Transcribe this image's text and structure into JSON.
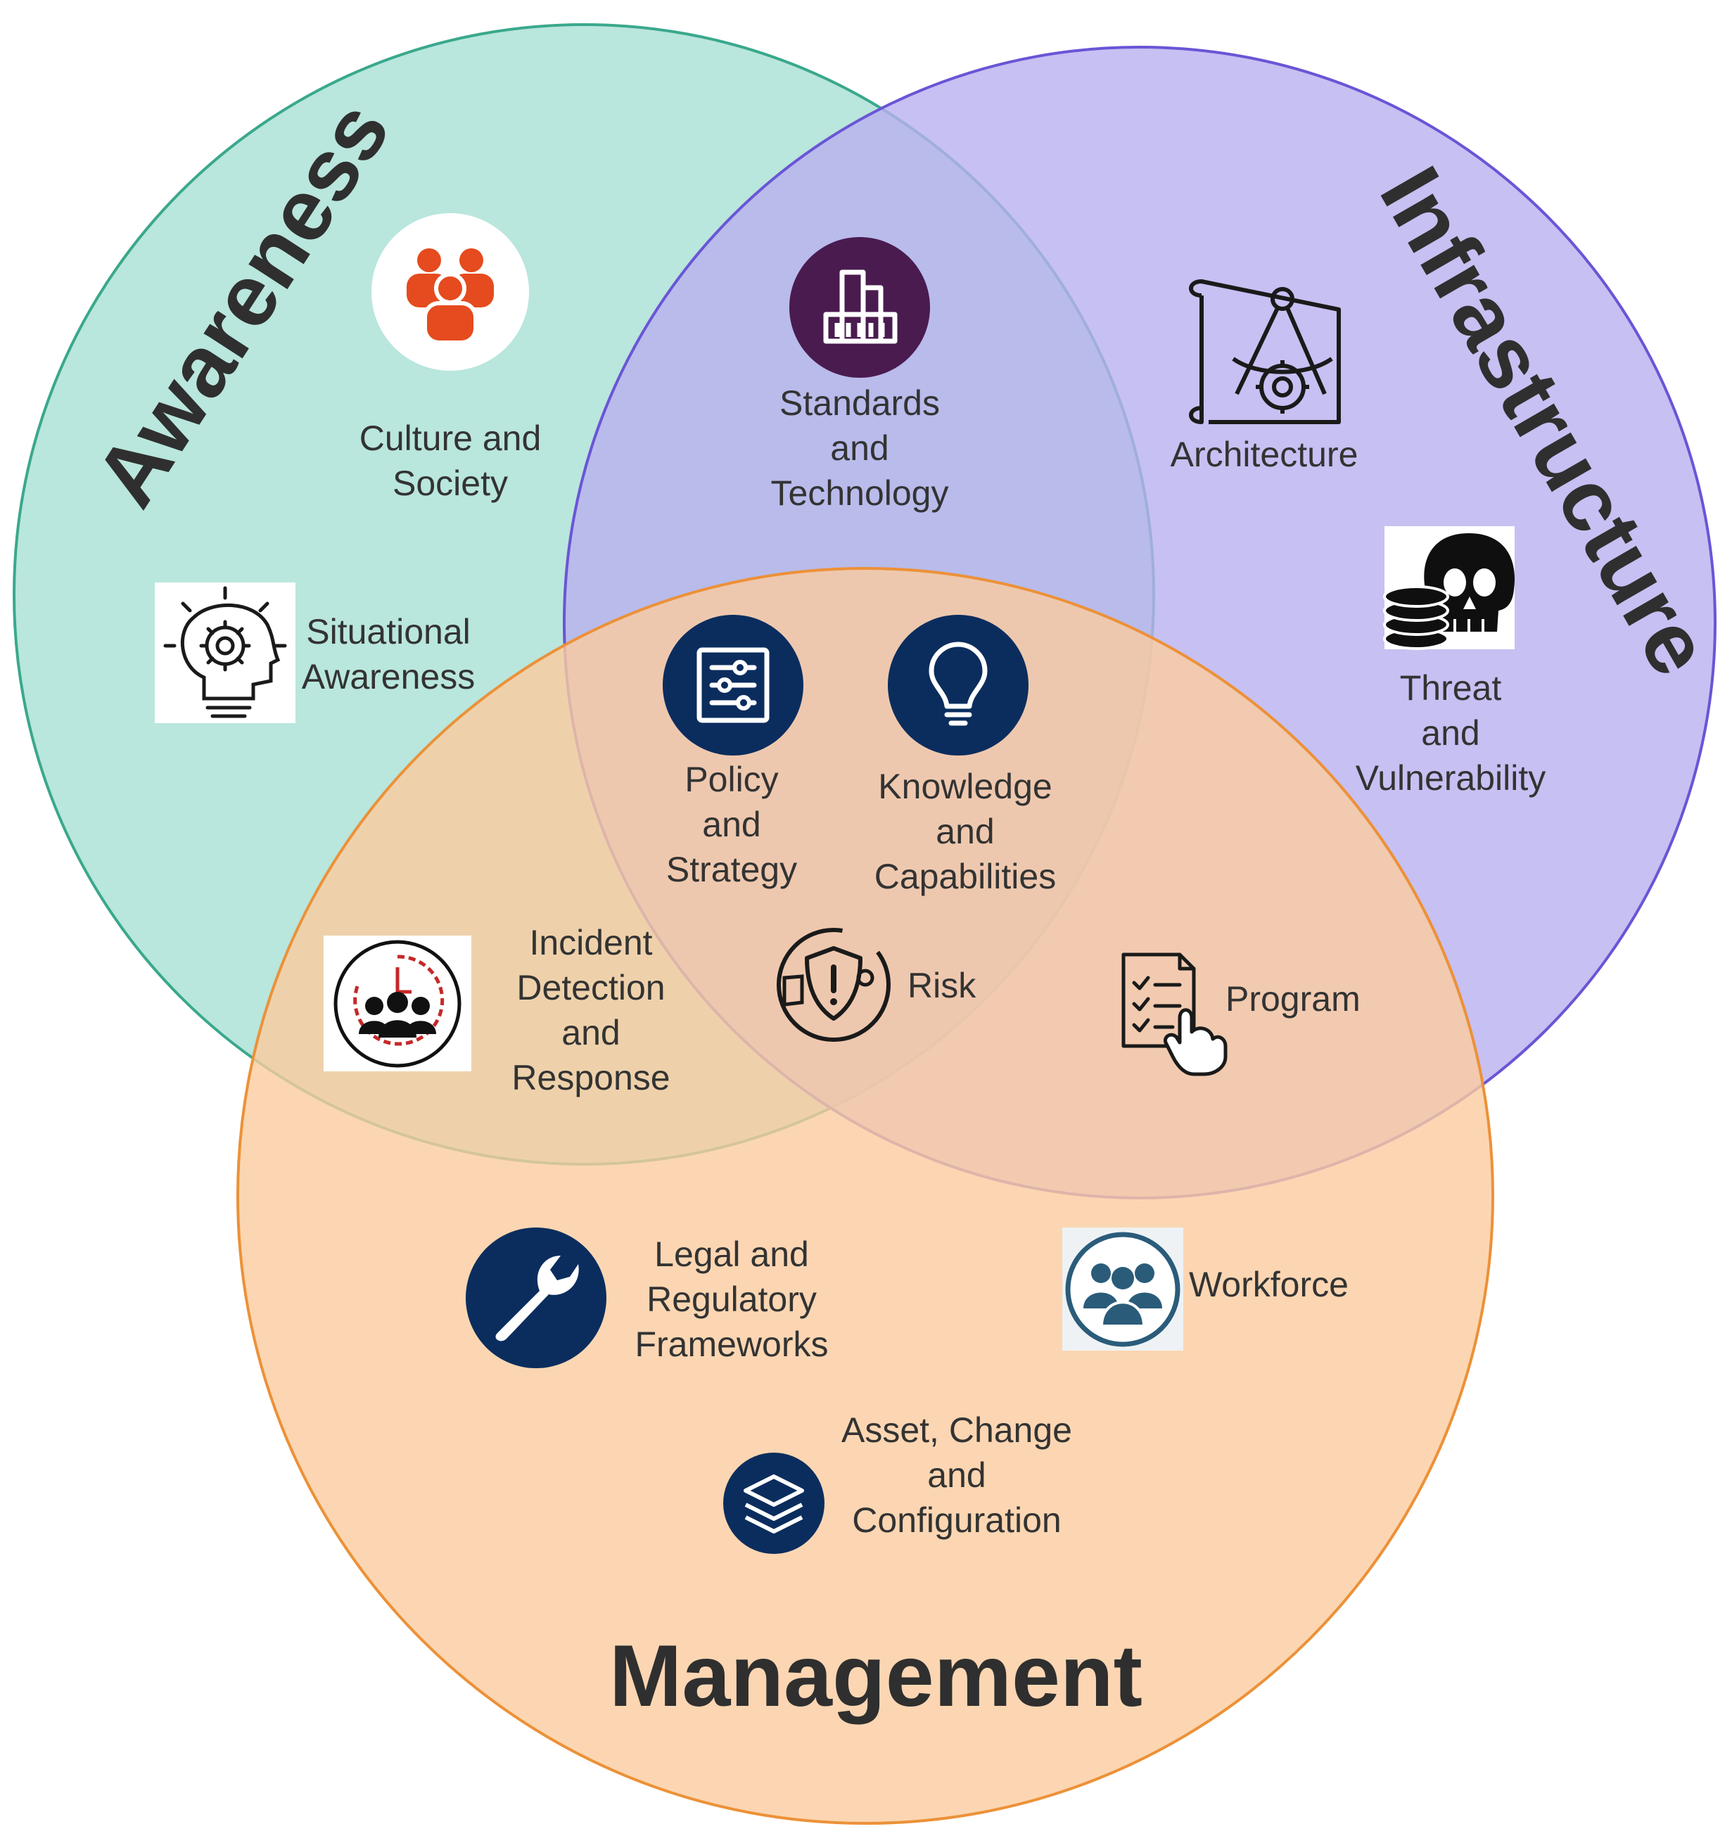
{
  "sets": {
    "awareness": {
      "label": "Awareness",
      "color": "#b3e4da"
    },
    "infrastructure": {
      "label": "Infrastructure",
      "color": "#c9c3f2"
    },
    "management": {
      "label": "Management",
      "color": "#fbd1a9"
    }
  },
  "topics": {
    "culture": {
      "label": "Culture and Society",
      "lines": [
        "Culture and",
        "Society"
      ],
      "icon": "people-group-icon"
    },
    "situational": {
      "label": "Situational Awareness",
      "lines": [
        "Situational",
        "Awareness"
      ],
      "icon": "head-gear-icon"
    },
    "standards": {
      "label": "Standards and Technology",
      "lines": [
        "Standards",
        "and",
        "Technology"
      ],
      "icon": "buildings-icon"
    },
    "architecture": {
      "label": "Architecture",
      "lines": [
        "Architecture"
      ],
      "icon": "blueprint-compass-icon"
    },
    "threat": {
      "label": "Threat and Vulnerability",
      "lines": [
        "Threat",
        "and",
        "Vulnerability"
      ],
      "icon": "skull-coins-icon"
    },
    "policy": {
      "label": "Policy and Strategy",
      "lines": [
        "Policy",
        "and",
        "Strategy"
      ],
      "icon": "policy-sliders-icon"
    },
    "knowledge": {
      "label": "Knowledge and Capabilities",
      "lines": [
        "Knowledge",
        "and",
        "Capabilities"
      ],
      "icon": "lightbulb-icon"
    },
    "incident": {
      "label": "Incident Detection and Response",
      "lines": [
        "Incident",
        "Detection",
        "and",
        "Response"
      ],
      "icon": "team-clock-icon"
    },
    "risk": {
      "label": "Risk",
      "lines": [
        "Risk"
      ],
      "icon": "shield-hand-icon"
    },
    "program": {
      "label": "Program",
      "lines": [
        "Program"
      ],
      "icon": "checklist-hand-icon"
    },
    "legal": {
      "label": "Legal and Regulatory Frameworks",
      "lines": [
        "Legal and",
        "Regulatory",
        "Frameworks"
      ],
      "icon": "wrench-icon"
    },
    "workforce": {
      "label": "Workforce",
      "lines": [
        "Workforce"
      ],
      "icon": "workforce-icon"
    },
    "asset": {
      "label": "Asset, Change and Configuration",
      "lines": [
        "Asset, Change",
        "and",
        "Configuration"
      ],
      "icon": "layers-icon"
    }
  },
  "colors": {
    "navy": "#0b2d5e",
    "plum": "#4a1b4f",
    "orange_red": "#e54b1e",
    "dark": "#1a1a1a"
  }
}
